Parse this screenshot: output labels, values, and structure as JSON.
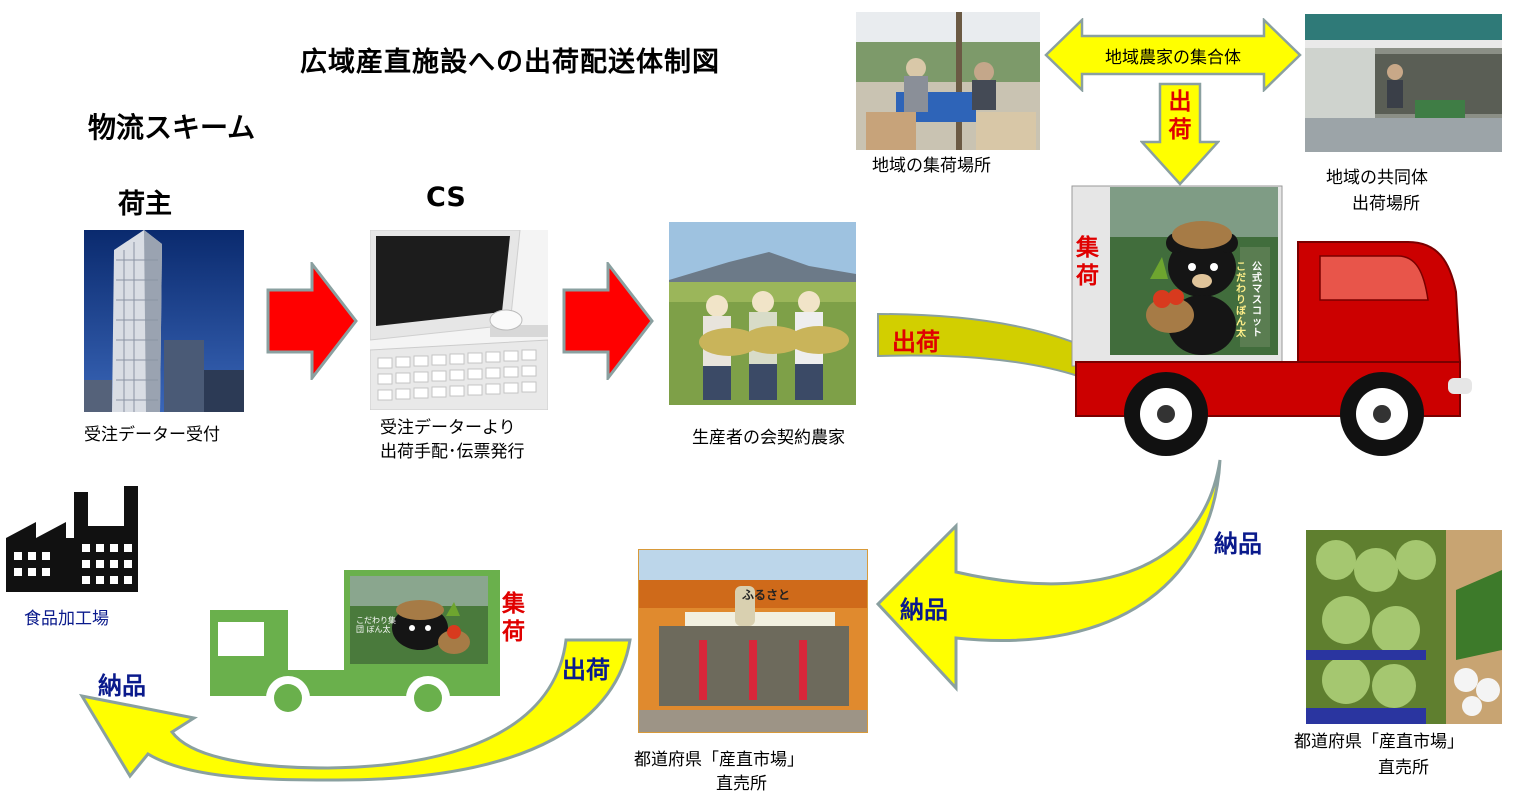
{
  "title": "広域産直施設への出荷配送体制図",
  "subtitle": "物流スキーム",
  "columns": {
    "shipper": "荷主",
    "cs": "CS"
  },
  "captions": {
    "order_receipt": "受注データー受付",
    "cs_line1": "受注データーより",
    "cs_line2": "出荷手配･伝票発行",
    "farmers": "生産者の会契約農家",
    "collection_site": "地域の集荷場所",
    "coop_line1": "地域の共同体",
    "coop_line2": "出荷場所",
    "market_line1": "都道府県「産直市場」",
    "market_line2": "直売所",
    "market2_line1": "都道府県「産直市場」",
    "market2_line2": "直売所",
    "factory": "食品加工場"
  },
  "arrows": {
    "farmer_group": "地域農家の集合体",
    "ship_down": "出荷",
    "ship_to_truck": "出荷",
    "deliver_right": "納品",
    "deliver_left": "納品",
    "ship_small": "出荷",
    "deliver_factory": "納品"
  },
  "truck": {
    "collect_label": "集荷",
    "mascot_line1": "公式マスコット",
    "mascot_line2": "こだわりぼん太"
  },
  "small_truck": {
    "collect_label": "集荷",
    "sign_text": "こだわり集団 ぼん太"
  },
  "store": {
    "sign": "ふるさと"
  },
  "colors": {
    "red_arrow": "#ff0000",
    "yellow_arrow": "#ffff00",
    "truck_red": "#cc0000",
    "truck_green": "#6ab04c",
    "label_red": "#e00000",
    "label_blue": "#0a1a8c"
  }
}
